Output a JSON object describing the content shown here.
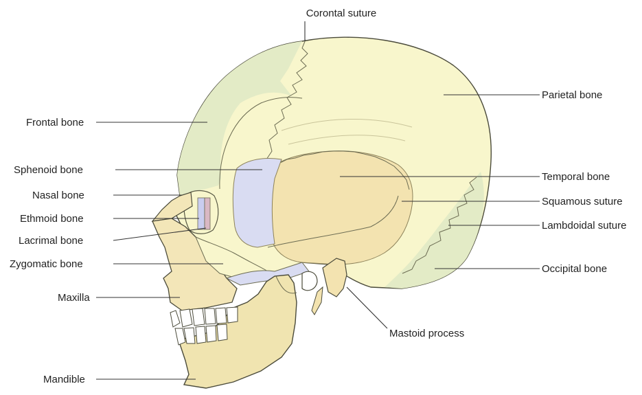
{
  "labels": {
    "coronal_suture": "Corontal suture",
    "frontal_bone": "Frontal bone",
    "sphenoid_bone": "Sphenoid bone",
    "nasal_bone": "Nasal bone",
    "ethmoid_bone": "Ethmoid bone",
    "lacrimal_bone": "Lacrimal bone",
    "zygomatic_bone": "Zygomatic bone",
    "maxilla": "Maxilla",
    "mandible": "Mandible",
    "parietal_bone": "Parietal bone",
    "temporal_bone": "Temporal bone",
    "squamous_suture": "Squamous suture",
    "lambdoidal_suture": "Lambdoidal suture",
    "occipital_bone": "Occipital bone",
    "mastoid_process": "Mastoid process"
  },
  "colors": {
    "frontal_green": "#e3ebc6",
    "parietal_cream": "#f8f6cc",
    "temporal_tan": "#f3e3b0",
    "sphenoid_blue": "#d9dcf2",
    "ethmoid_blue": "#c9cdef",
    "lacrimal_pink": "#d9b8c4",
    "occipital_green": "#e3ebc6",
    "facial_tan": "#f3e6b8",
    "mandible_tan": "#f0e4b0",
    "outline": "#4a4a3a"
  }
}
